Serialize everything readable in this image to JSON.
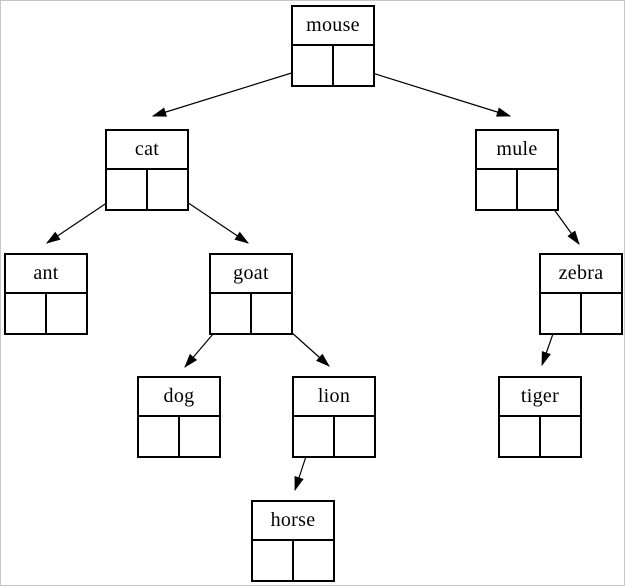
{
  "colors": {
    "line": "#000000",
    "text": "#000000",
    "background": "#ffffff",
    "page_border": "#c7c7c7"
  },
  "diagram_type": "binary-tree",
  "nodes": [
    {
      "label": "mouse",
      "left": "cat",
      "right": "mule"
    },
    {
      "label": "cat",
      "left": "ant",
      "right": "goat"
    },
    {
      "label": "mule",
      "left": null,
      "right": "zebra"
    },
    {
      "label": "ant",
      "left": null,
      "right": null
    },
    {
      "label": "goat",
      "left": "dog",
      "right": "lion"
    },
    {
      "label": "zebra",
      "left": "tiger",
      "right": null
    },
    {
      "label": "dog",
      "left": null,
      "right": null
    },
    {
      "label": "lion",
      "left": "horse",
      "right": null
    },
    {
      "label": "tiger",
      "left": null,
      "right": null
    },
    {
      "label": "horse",
      "left": null,
      "right": null
    }
  ],
  "edges": [
    {
      "from": "mouse",
      "pointer": "left",
      "to": "cat"
    },
    {
      "from": "mouse",
      "pointer": "right",
      "to": "mule"
    },
    {
      "from": "cat",
      "pointer": "left",
      "to": "ant"
    },
    {
      "from": "cat",
      "pointer": "right",
      "to": "goat"
    },
    {
      "from": "mule",
      "pointer": "right",
      "to": "zebra"
    },
    {
      "from": "goat",
      "pointer": "left",
      "to": "dog"
    },
    {
      "from": "goat",
      "pointer": "right",
      "to": "lion"
    },
    {
      "from": "zebra",
      "pointer": "left",
      "to": "tiger"
    },
    {
      "from": "lion",
      "pointer": "left",
      "to": "horse"
    }
  ]
}
